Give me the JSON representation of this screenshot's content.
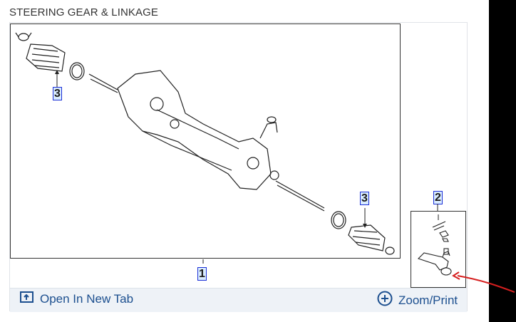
{
  "header": {
    "title": "STEERING GEAR & LINKAGE"
  },
  "callouts": {
    "one": "1",
    "two": "2",
    "three_left": "3",
    "three_right": "3"
  },
  "actions": {
    "open_new_tab": "Open In New Tab",
    "zoom_print": "Zoom/Print"
  },
  "icons": {
    "open_tab": "open-tab-icon",
    "zoom": "zoom-plus-icon"
  },
  "colors": {
    "link": "#1c4f8f",
    "callout_border": "#1b2fd6",
    "callout_fill": "#d9ecff",
    "annotation": "#d61f1f"
  }
}
